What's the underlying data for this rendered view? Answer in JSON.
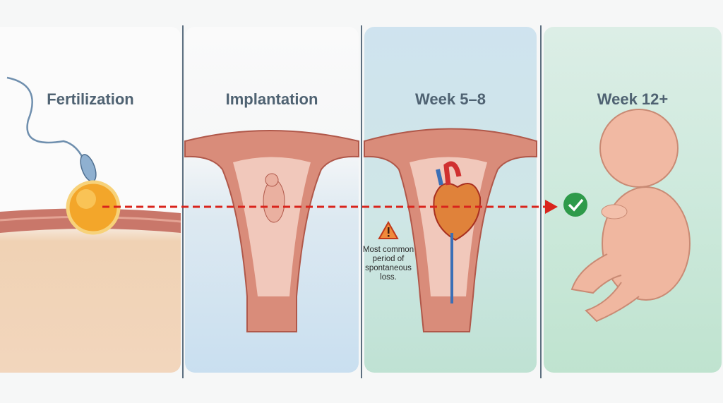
{
  "stages": [
    {
      "title": "Fertilization"
    },
    {
      "title": "Implantation"
    },
    {
      "title": "Week 5–8"
    },
    {
      "title": "Week 12+"
    }
  ],
  "warning": {
    "icon": "warning-triangle-icon",
    "text": "Most common period of spontaneous loss."
  },
  "success": {
    "icon": "check-circle-icon"
  },
  "colors": {
    "arrow": "#d9241c",
    "check": "#2e9a4a",
    "warning": "#e07020",
    "title": "#4f6272"
  }
}
